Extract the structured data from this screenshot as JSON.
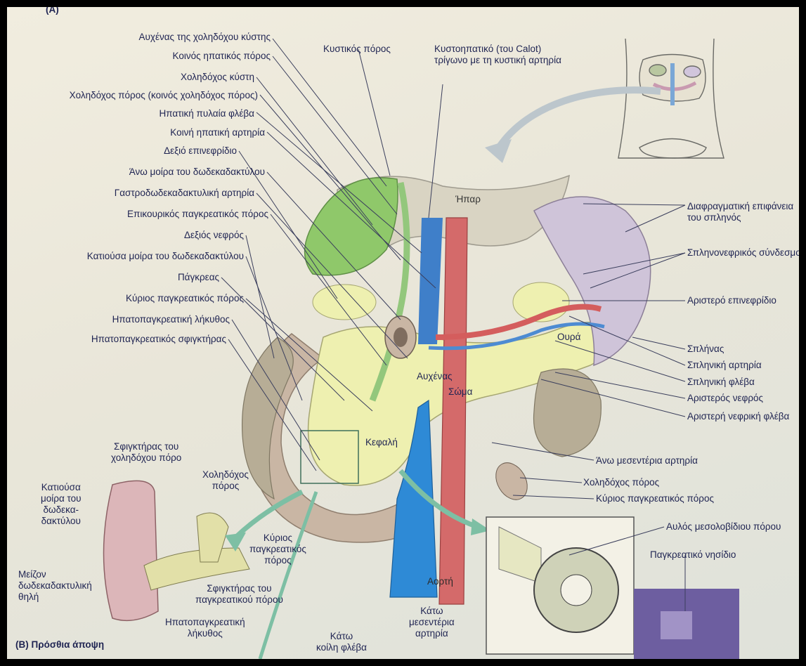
{
  "corner_tag": "(A)",
  "caption": "(B) Πρόσθια άποψη",
  "colors": {
    "liver": "#d9d4c3",
    "gallbladder": "#8fc86a",
    "duodenum": "#c9b6a4",
    "pancreas": "#eef0b0",
    "vena_cava": "#2e8ad6",
    "aorta": "#d46a6a",
    "spleen": "#cfc4d9",
    "kidney": "#b7ad96",
    "duct_green": "#93c77c"
  },
  "labels_left": [
    "Αυχένας της χοληδόχου κύστης",
    "Κοινός ηπατικός πόρος",
    "Χοληδόχος κύστη",
    "Χοληδόχος πόρος (κοινός χοληδόχος πόρος)",
    "Ηπατική πυλαία φλέβα",
    "Κοινή ηπατική αρτηρία",
    "Δεξιό επινεφρίδιο",
    "Άνω μοίρα του δωδεκαδακτύλου",
    "Γαστροδωδεκαδακτυλική αρτηρία",
    "Επικουρικός παγκρεατικός πόρος",
    "Δεξιός νεφρός",
    "Κατιούσα μοίρα του δωδεκαδακτύλου",
    "Πάγκρεας",
    "Κύριος παγκρεατικός πόρος",
    "Ηπατοπαγκρεατική λήκυθος",
    "Ηπατοπαγκρεατικός σφιγκτήρας"
  ],
  "labels_top": {
    "cystic_duct": "Κυστικός πόρος",
    "calot": "Κυστοηπατικό (του Calot)\nτρίγωνο με τη κυστική αρτηρία"
  },
  "labels_right": [
    "Διαφραγματική επιφάνεια\nτου σπληνός",
    "Σπληνονεφρικός σύνδεσμος",
    "Αριστερό επινεφρίδιο",
    "Σπλήνας",
    "Σπληνική αρτηρία",
    "Σπληνική φλέβα",
    "Αριστερός νεφρός",
    "Αριστερή νεφρική φλέβα",
    "Άνω μεσεντέρια αρτηρία",
    "Χοληδόχος πόρος",
    "Κύριος παγκρεατικός πόρος",
    "Αυλός μεσολοβίδιου πόρου",
    "Παγκρεατικό νησίδιο"
  ],
  "organ_labels": {
    "liver": "Ήπαρ",
    "tail": "Ουρά",
    "neck": "Αυχένας",
    "body": "Σώμα",
    "head": "Κεφαλή",
    "aorta": "Αορτή"
  },
  "inset_labels": {
    "sphincter_bile": "Σφιγκτήρας του\nχοληδόχου πόρο",
    "bile_duct": "Χοληδόχος\nπόρος",
    "descending_duod": "Κατιούσα\nμοίρα του\nδωδεκα-\nδακτύλου",
    "major_papilla": "Μείζον\nδωδεκαδακτυλική\nθηλή",
    "main_pancreatic": "Κύριος\nπαγκρεατικός\nπόρος",
    "sphincter_panc": "Σφιγκτήρας του\nπαγκρεατικού πόρου",
    "ampulla": "Ηπατοπαγκρεατική\nλήκυθος"
  },
  "bottom_labels": {
    "ivc": "Κάτω\nκοίλη φλέβα",
    "sma": "Κάτω\nμεσεντέρια\nαρτηρία"
  }
}
